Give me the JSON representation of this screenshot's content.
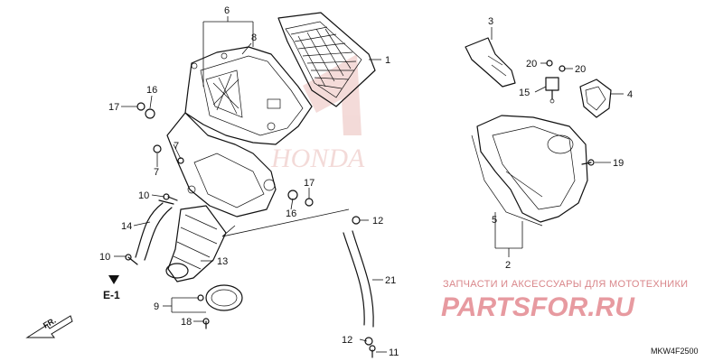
{
  "diagram": {
    "code": "MKW4F2500",
    "reference": "E-1",
    "direction": "FR.",
    "callouts": [
      {
        "id": "c1",
        "label": "1"
      },
      {
        "id": "c2",
        "label": "2"
      },
      {
        "id": "c3",
        "label": "3"
      },
      {
        "id": "c4",
        "label": "4"
      },
      {
        "id": "c5",
        "label": "5"
      },
      {
        "id": "c6",
        "label": "6"
      },
      {
        "id": "c7a",
        "label": "7"
      },
      {
        "id": "c7b",
        "label": "7"
      },
      {
        "id": "c8",
        "label": "8"
      },
      {
        "id": "c9",
        "label": "9"
      },
      {
        "id": "c10a",
        "label": "10"
      },
      {
        "id": "c10b",
        "label": "10"
      },
      {
        "id": "c11",
        "label": "11"
      },
      {
        "id": "c12a",
        "label": "12"
      },
      {
        "id": "c12b",
        "label": "12"
      },
      {
        "id": "c13",
        "label": "13"
      },
      {
        "id": "c14",
        "label": "14"
      },
      {
        "id": "c15",
        "label": "15"
      },
      {
        "id": "c16a",
        "label": "16"
      },
      {
        "id": "c16b",
        "label": "16"
      },
      {
        "id": "c17a",
        "label": "17"
      },
      {
        "id": "c17b",
        "label": "17"
      },
      {
        "id": "c18",
        "label": "18"
      },
      {
        "id": "c19",
        "label": "19"
      },
      {
        "id": "c20a",
        "label": "20"
      },
      {
        "id": "c20b",
        "label": "20"
      },
      {
        "id": "c21",
        "label": "21"
      }
    ]
  },
  "watermark": {
    "tagline": "ЗАПЧАСТИ И АКСЕССУАРЫ ДЛЯ МОТОТЕХНИКИ",
    "brand": "PARTSFOR.RU",
    "logo_text": "HONDA"
  }
}
